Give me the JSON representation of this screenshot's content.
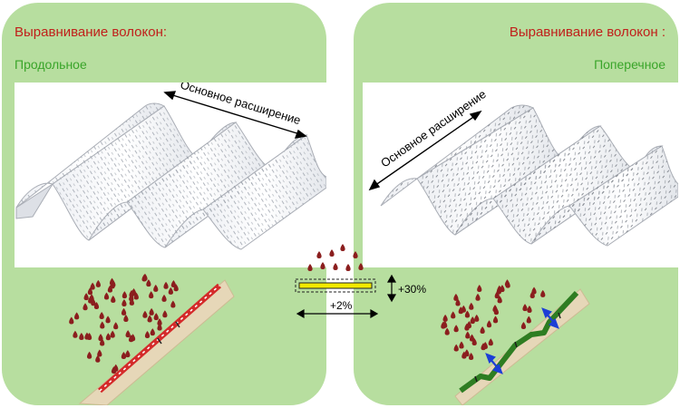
{
  "left": {
    "title": "Выравнивание волокон:",
    "subtitle": "Продольное",
    "arrow_label": "Основное расширение"
  },
  "right": {
    "title": "Выравнивание волокон :",
    "subtitle": "Поперечное",
    "arrow_label": "Основное расширение"
  },
  "center": {
    "vertical_change": "+30%",
    "horizontal_change": "+2%"
  },
  "colors": {
    "panel_bg": "#b7de9f",
    "title": "#c0201b",
    "subtitle": "#3aa52a",
    "drops": "#8b1e1e",
    "strip_longitudinal": "#d42a2a",
    "strip_transverse": "#2e7d22",
    "strip_center": "#f2ea00",
    "arrow_blue": "#1c3fd6"
  }
}
